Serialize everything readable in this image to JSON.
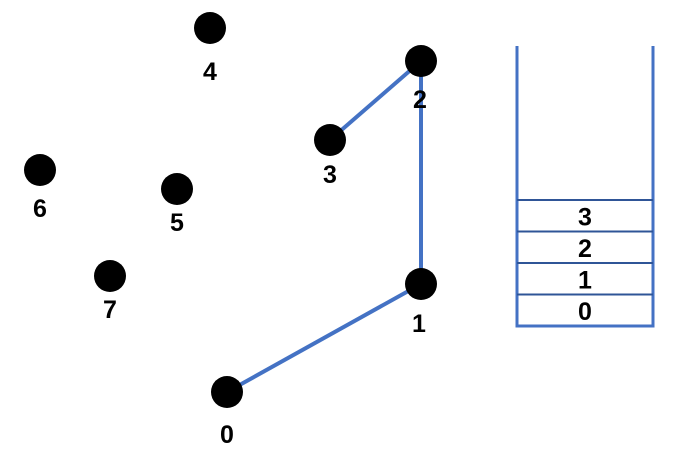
{
  "graph": {
    "nodes": [
      {
        "id": "0",
        "label": "0"
      },
      {
        "id": "1",
        "label": "1"
      },
      {
        "id": "2",
        "label": "2"
      },
      {
        "id": "3",
        "label": "3"
      },
      {
        "id": "4",
        "label": "4"
      },
      {
        "id": "5",
        "label": "5"
      },
      {
        "id": "6",
        "label": "6"
      },
      {
        "id": "7",
        "label": "7"
      }
    ],
    "edges": [
      {
        "from": "0",
        "to": "1"
      },
      {
        "from": "1",
        "to": "2"
      },
      {
        "from": "2",
        "to": "3"
      }
    ],
    "node_color": "#000000",
    "edge_color": "#4472C4"
  },
  "stack": {
    "items_bottom_to_top": [
      "0",
      "1",
      "2",
      "3"
    ],
    "border_color": "#4472C4",
    "divider_color": "#2F5597"
  }
}
